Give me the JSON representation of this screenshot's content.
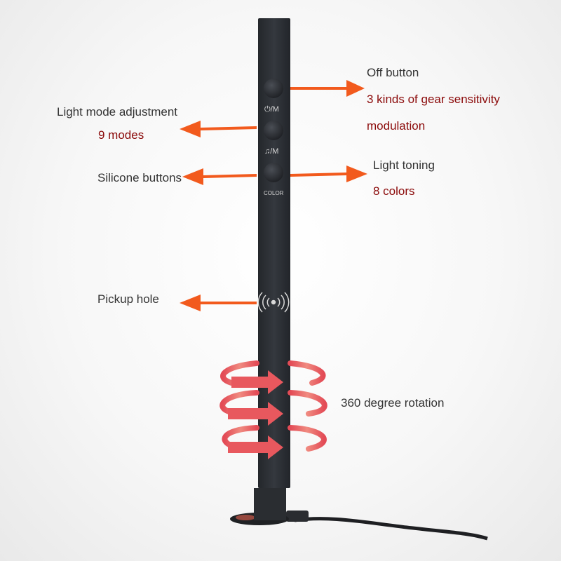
{
  "colors": {
    "background": "#f5f5f5",
    "bar": "#2b2e33",
    "arrow": "#f25a1d",
    "swirl": "#e8585e",
    "label_text": "#333333",
    "highlight_text": "#8b0a0a"
  },
  "device": {
    "button_marks": {
      "power": "⏻/M",
      "music": "♫/M",
      "color": "COLOR"
    },
    "pickup_icon": "sound-wave-icon",
    "cable": "power-cable"
  },
  "callouts": {
    "off_button": {
      "title": "Off button",
      "detail_1": "3 kinds of gear sensitivity",
      "detail_2": "modulation"
    },
    "light_mode": {
      "title": "Light mode adjustment",
      "detail": "9 modes"
    },
    "silicone": {
      "title": "Silicone buttons"
    },
    "light_toning": {
      "title": "Light toning",
      "detail": "8 colors"
    },
    "pickup": {
      "title": "Pickup hole"
    },
    "rotation": {
      "title": "360 degree rotation"
    }
  }
}
